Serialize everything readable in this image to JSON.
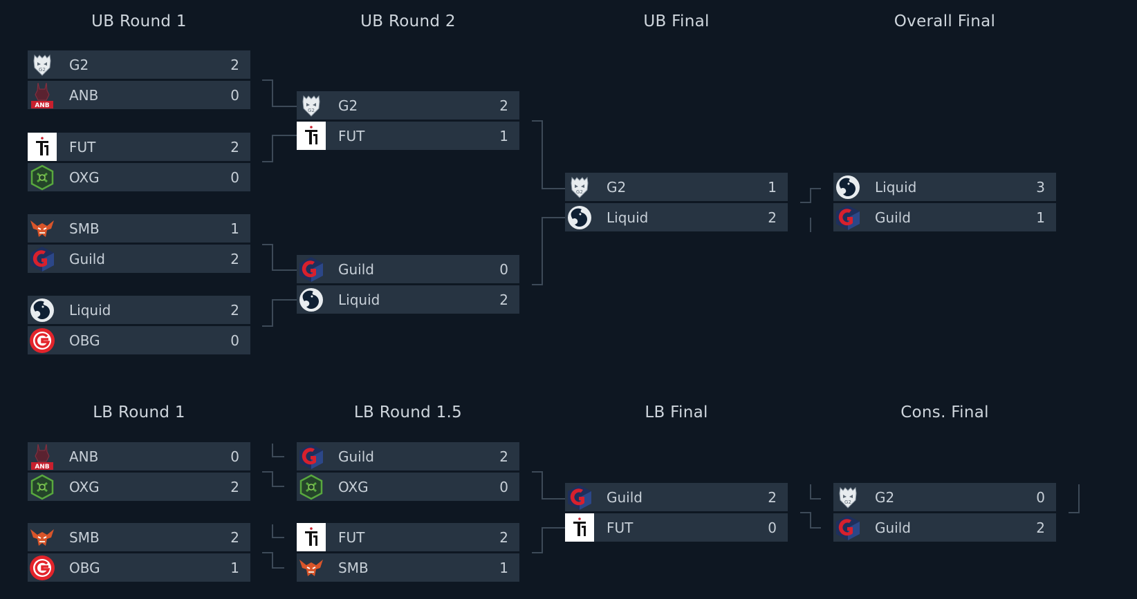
{
  "columns": [
    {
      "id": "ub1",
      "title": "UB Round 1"
    },
    {
      "id": "ub2",
      "title": "UB Round 2"
    },
    {
      "id": "ubf",
      "title": "UB Final"
    },
    {
      "id": "of",
      "title": "Overall Final"
    },
    {
      "id": "lb1",
      "title": "LB Round 1"
    },
    {
      "id": "lb15",
      "title": "LB Round 1.5"
    },
    {
      "id": "lbf",
      "title": "LB Final"
    },
    {
      "id": "cf",
      "title": "Cons. Final"
    }
  ],
  "matches": [
    {
      "id": "ub1-m1",
      "teams": [
        {
          "name": "G2",
          "score": "2",
          "logo": "g2-logo"
        },
        {
          "name": "ANB",
          "score": "0",
          "logo": "anb-logo"
        }
      ]
    },
    {
      "id": "ub1-m2",
      "teams": [
        {
          "name": "FUT",
          "score": "2",
          "logo": "fut-logo"
        },
        {
          "name": "OXG",
          "score": "0",
          "logo": "oxg-logo"
        }
      ]
    },
    {
      "id": "ub1-m3",
      "teams": [
        {
          "name": "SMB",
          "score": "1",
          "logo": "smb-logo"
        },
        {
          "name": "Guild",
          "score": "2",
          "logo": "guild-logo"
        }
      ]
    },
    {
      "id": "ub1-m4",
      "teams": [
        {
          "name": "Liquid",
          "score": "2",
          "logo": "liquid-logo"
        },
        {
          "name": "OBG",
          "score": "0",
          "logo": "obg-logo"
        }
      ]
    },
    {
      "id": "ub2-m1",
      "teams": [
        {
          "name": "G2",
          "score": "2",
          "logo": "g2-logo"
        },
        {
          "name": "FUT",
          "score": "1",
          "logo": "fut-logo"
        }
      ]
    },
    {
      "id": "ub2-m2",
      "teams": [
        {
          "name": "Guild",
          "score": "0",
          "logo": "guild-logo"
        },
        {
          "name": "Liquid",
          "score": "2",
          "logo": "liquid-logo"
        }
      ]
    },
    {
      "id": "ubf-m1",
      "teams": [
        {
          "name": "G2",
          "score": "1",
          "logo": "g2-logo"
        },
        {
          "name": "Liquid",
          "score": "2",
          "logo": "liquid-logo"
        }
      ]
    },
    {
      "id": "of-m1",
      "teams": [
        {
          "name": "Liquid",
          "score": "3",
          "logo": "liquid-logo"
        },
        {
          "name": "Guild",
          "score": "1",
          "logo": "guild-logo"
        }
      ]
    },
    {
      "id": "lb1-m1",
      "teams": [
        {
          "name": "ANB",
          "score": "0",
          "logo": "anb-logo"
        },
        {
          "name": "OXG",
          "score": "2",
          "logo": "oxg-logo"
        }
      ]
    },
    {
      "id": "lb1-m2",
      "teams": [
        {
          "name": "SMB",
          "score": "2",
          "logo": "smb-logo"
        },
        {
          "name": "OBG",
          "score": "1",
          "logo": "obg-logo"
        }
      ]
    },
    {
      "id": "lb15-m1",
      "teams": [
        {
          "name": "Guild",
          "score": "2",
          "logo": "guild-logo"
        },
        {
          "name": "OXG",
          "score": "0",
          "logo": "oxg-logo"
        }
      ]
    },
    {
      "id": "lb15-m2",
      "teams": [
        {
          "name": "FUT",
          "score": "2",
          "logo": "fut-logo"
        },
        {
          "name": "SMB",
          "score": "1",
          "logo": "smb-logo"
        }
      ]
    },
    {
      "id": "lbf-m1",
      "teams": [
        {
          "name": "Guild",
          "score": "2",
          "logo": "guild-logo"
        },
        {
          "name": "FUT",
          "score": "0",
          "logo": "fut-logo"
        }
      ]
    },
    {
      "id": "cf-m1",
      "teams": [
        {
          "name": "G2",
          "score": "0",
          "logo": "g2-logo"
        },
        {
          "name": "Guild",
          "score": "2",
          "logo": "guild-logo"
        }
      ]
    }
  ],
  "colors": {
    "background": "#0e1722",
    "row": "#273442",
    "connector": "#3d4a58",
    "text": "#c8d0d8"
  }
}
